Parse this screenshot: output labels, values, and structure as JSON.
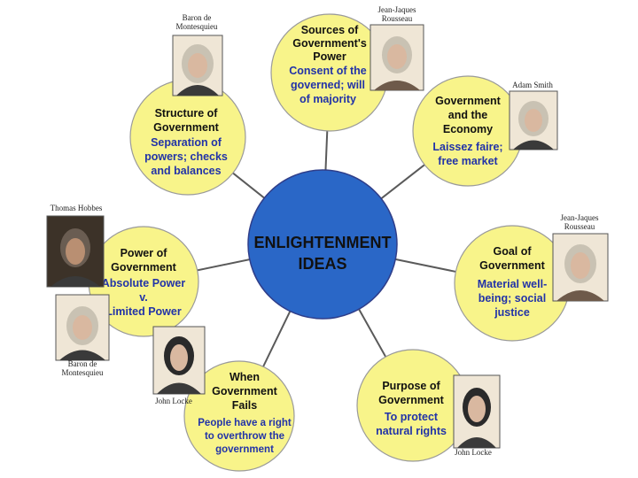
{
  "center": {
    "lines": [
      "ENLIGHTENMENT",
      "IDEAS"
    ]
  },
  "nodes": [
    {
      "title_lines": [
        "Sources of",
        "Government's",
        "Power"
      ],
      "detail_lines": [
        "Consent of the",
        "governed; will",
        "of majority"
      ]
    },
    {
      "title_lines": [
        "Government",
        "and the",
        "Economy"
      ],
      "detail_lines": [
        "Laissez faire;",
        "free market"
      ]
    },
    {
      "title_lines": [
        "Goal of",
        "Government"
      ],
      "detail_lines": [
        "Material well-",
        "being; social",
        "justice"
      ]
    },
    {
      "title_lines": [
        "Purpose of",
        "Government"
      ],
      "detail_lines": [
        "To protect",
        "natural rights"
      ]
    },
    {
      "title_lines": [
        "When",
        "Government",
        "Fails"
      ],
      "detail_lines": [
        "People have a right",
        "to overthrow the",
        "government"
      ]
    },
    {
      "title_lines": [
        "Power of",
        "Government"
      ],
      "detail_lines": [
        "Absolute Power",
        "v.",
        "Limited Power"
      ]
    },
    {
      "title_lines": [
        "Structure of",
        "Government"
      ],
      "detail_lines": [
        "Separation of",
        "powers; checks",
        "and balances"
      ]
    }
  ],
  "portraits": [
    {
      "caption_lines": [
        "Baron de",
        "Montesquieu"
      ],
      "icon": "montesquieu-portrait"
    },
    {
      "caption_lines": [
        "Jean-Jaques",
        "Rousseau"
      ],
      "icon": "rousseau-portrait"
    },
    {
      "caption_lines": [
        "Adam Smith"
      ],
      "icon": "adam-smith-portrait"
    },
    {
      "caption_lines": [
        "Jean-Jaques",
        "Rousseau"
      ],
      "icon": "rousseau-portrait"
    },
    {
      "caption_lines": [
        "Thomas Hobbes"
      ],
      "icon": "hobbes-portrait"
    },
    {
      "caption_lines": [
        "Baron de",
        "Montesquieu"
      ],
      "icon": "montesquieu-portrait"
    },
    {
      "caption_lines": [
        "John Locke"
      ],
      "icon": "locke-portrait"
    },
    {
      "caption_lines": [
        "John Locke"
      ],
      "icon": "locke-portrait"
    }
  ],
  "colors": {
    "node_fill": "#f8f48a",
    "center_fill": "#2a67c7",
    "detail_text": "#2233a8",
    "spoke": "#5a5a5a"
  }
}
